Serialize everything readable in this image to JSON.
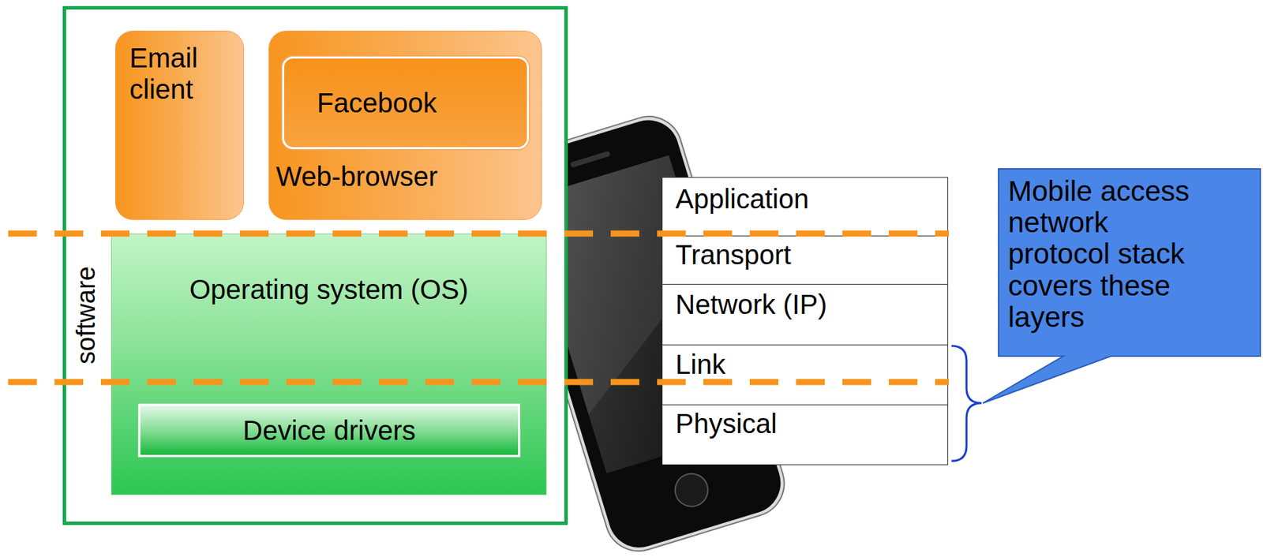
{
  "diagram": {
    "nodes": [
      {
        "text": [
          "software"
        ]
      },
      {
        "text": [
          "Email client"
        ],
        "in": 0
      },
      {
        "text": [
          "Web-browser"
        ],
        "in": 0
      },
      {
        "text": [
          "Facebook"
        ],
        "in": 2
      },
      {
        "text": [
          "Operating system (OS)"
        ],
        "in": 0
      },
      {
        "text": [
          "Device drivers"
        ],
        "in": 4
      },
      {
        "text": [
          "Application"
        ]
      },
      {
        "text": [
          "Transport"
        ]
      },
      {
        "text": [
          "Network (IP)"
        ]
      },
      {
        "text": [
          "Link"
        ]
      },
      {
        "text": [
          "Physical"
        ]
      },
      {
        "text": [
          "Mobile access network protocol stack covers these layers"
        ]
      }
    ]
  }
}
